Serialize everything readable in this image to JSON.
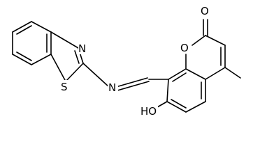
{
  "figure": {
    "kind": "chemical-structure",
    "background_color": "#ffffff",
    "line_color": "#000000"
  },
  "atoms": {
    "benzothiazole_n": "N",
    "benzothiazole_s": "S",
    "imine_n": "N",
    "ring_o": "O",
    "carbonyl_o": "O",
    "hydroxyl": "HO"
  }
}
